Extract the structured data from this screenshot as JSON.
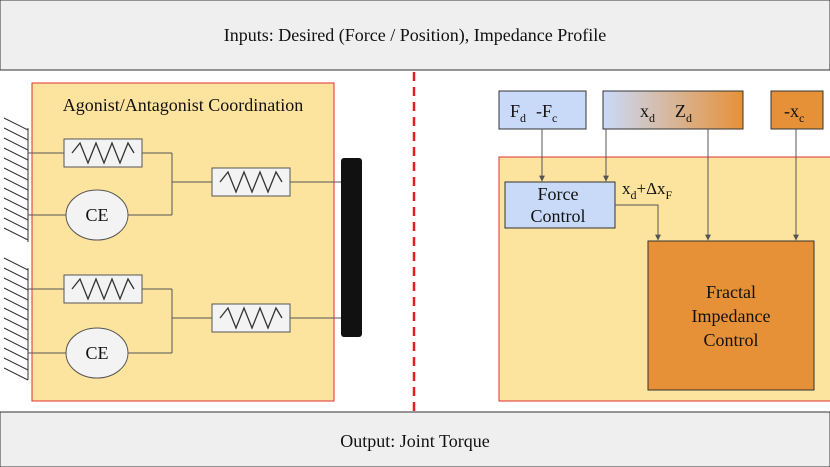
{
  "header": {
    "text": "Inputs: Desired (Force / Position), Impedance Profile"
  },
  "footer": {
    "text": "Output: Joint Torque"
  },
  "left_panel": {
    "title": "Agonist/Antagonist Coordination",
    "ce_top": "CE",
    "ce_bottom": "CE"
  },
  "right_panel": {
    "fd_main": "F",
    "fd_sub": "d",
    "fc_main": "-F",
    "fc_sub": "c",
    "xd_main": "x",
    "xd_sub": "d",
    "zd_main": "Z",
    "zd_sub": "d",
    "xc_main": "-x",
    "xc_sub": "c",
    "force_control_line1": "Force",
    "force_control_line2": "Control",
    "xd_out_main": "x",
    "xd_out_sub": "d",
    "plus_delta": "+Δx",
    "delta_sub": "F",
    "fractal_line1": "Fractal",
    "fractal_line2": "Impedance",
    "fractal_line3": "Control"
  },
  "colors": {
    "band": "#efefef",
    "panel_fill": "#fde49e",
    "panel_border": "#e03030",
    "box_blue": "#c9daf8",
    "box_orange": "#e69138",
    "divider": "#e02020"
  }
}
